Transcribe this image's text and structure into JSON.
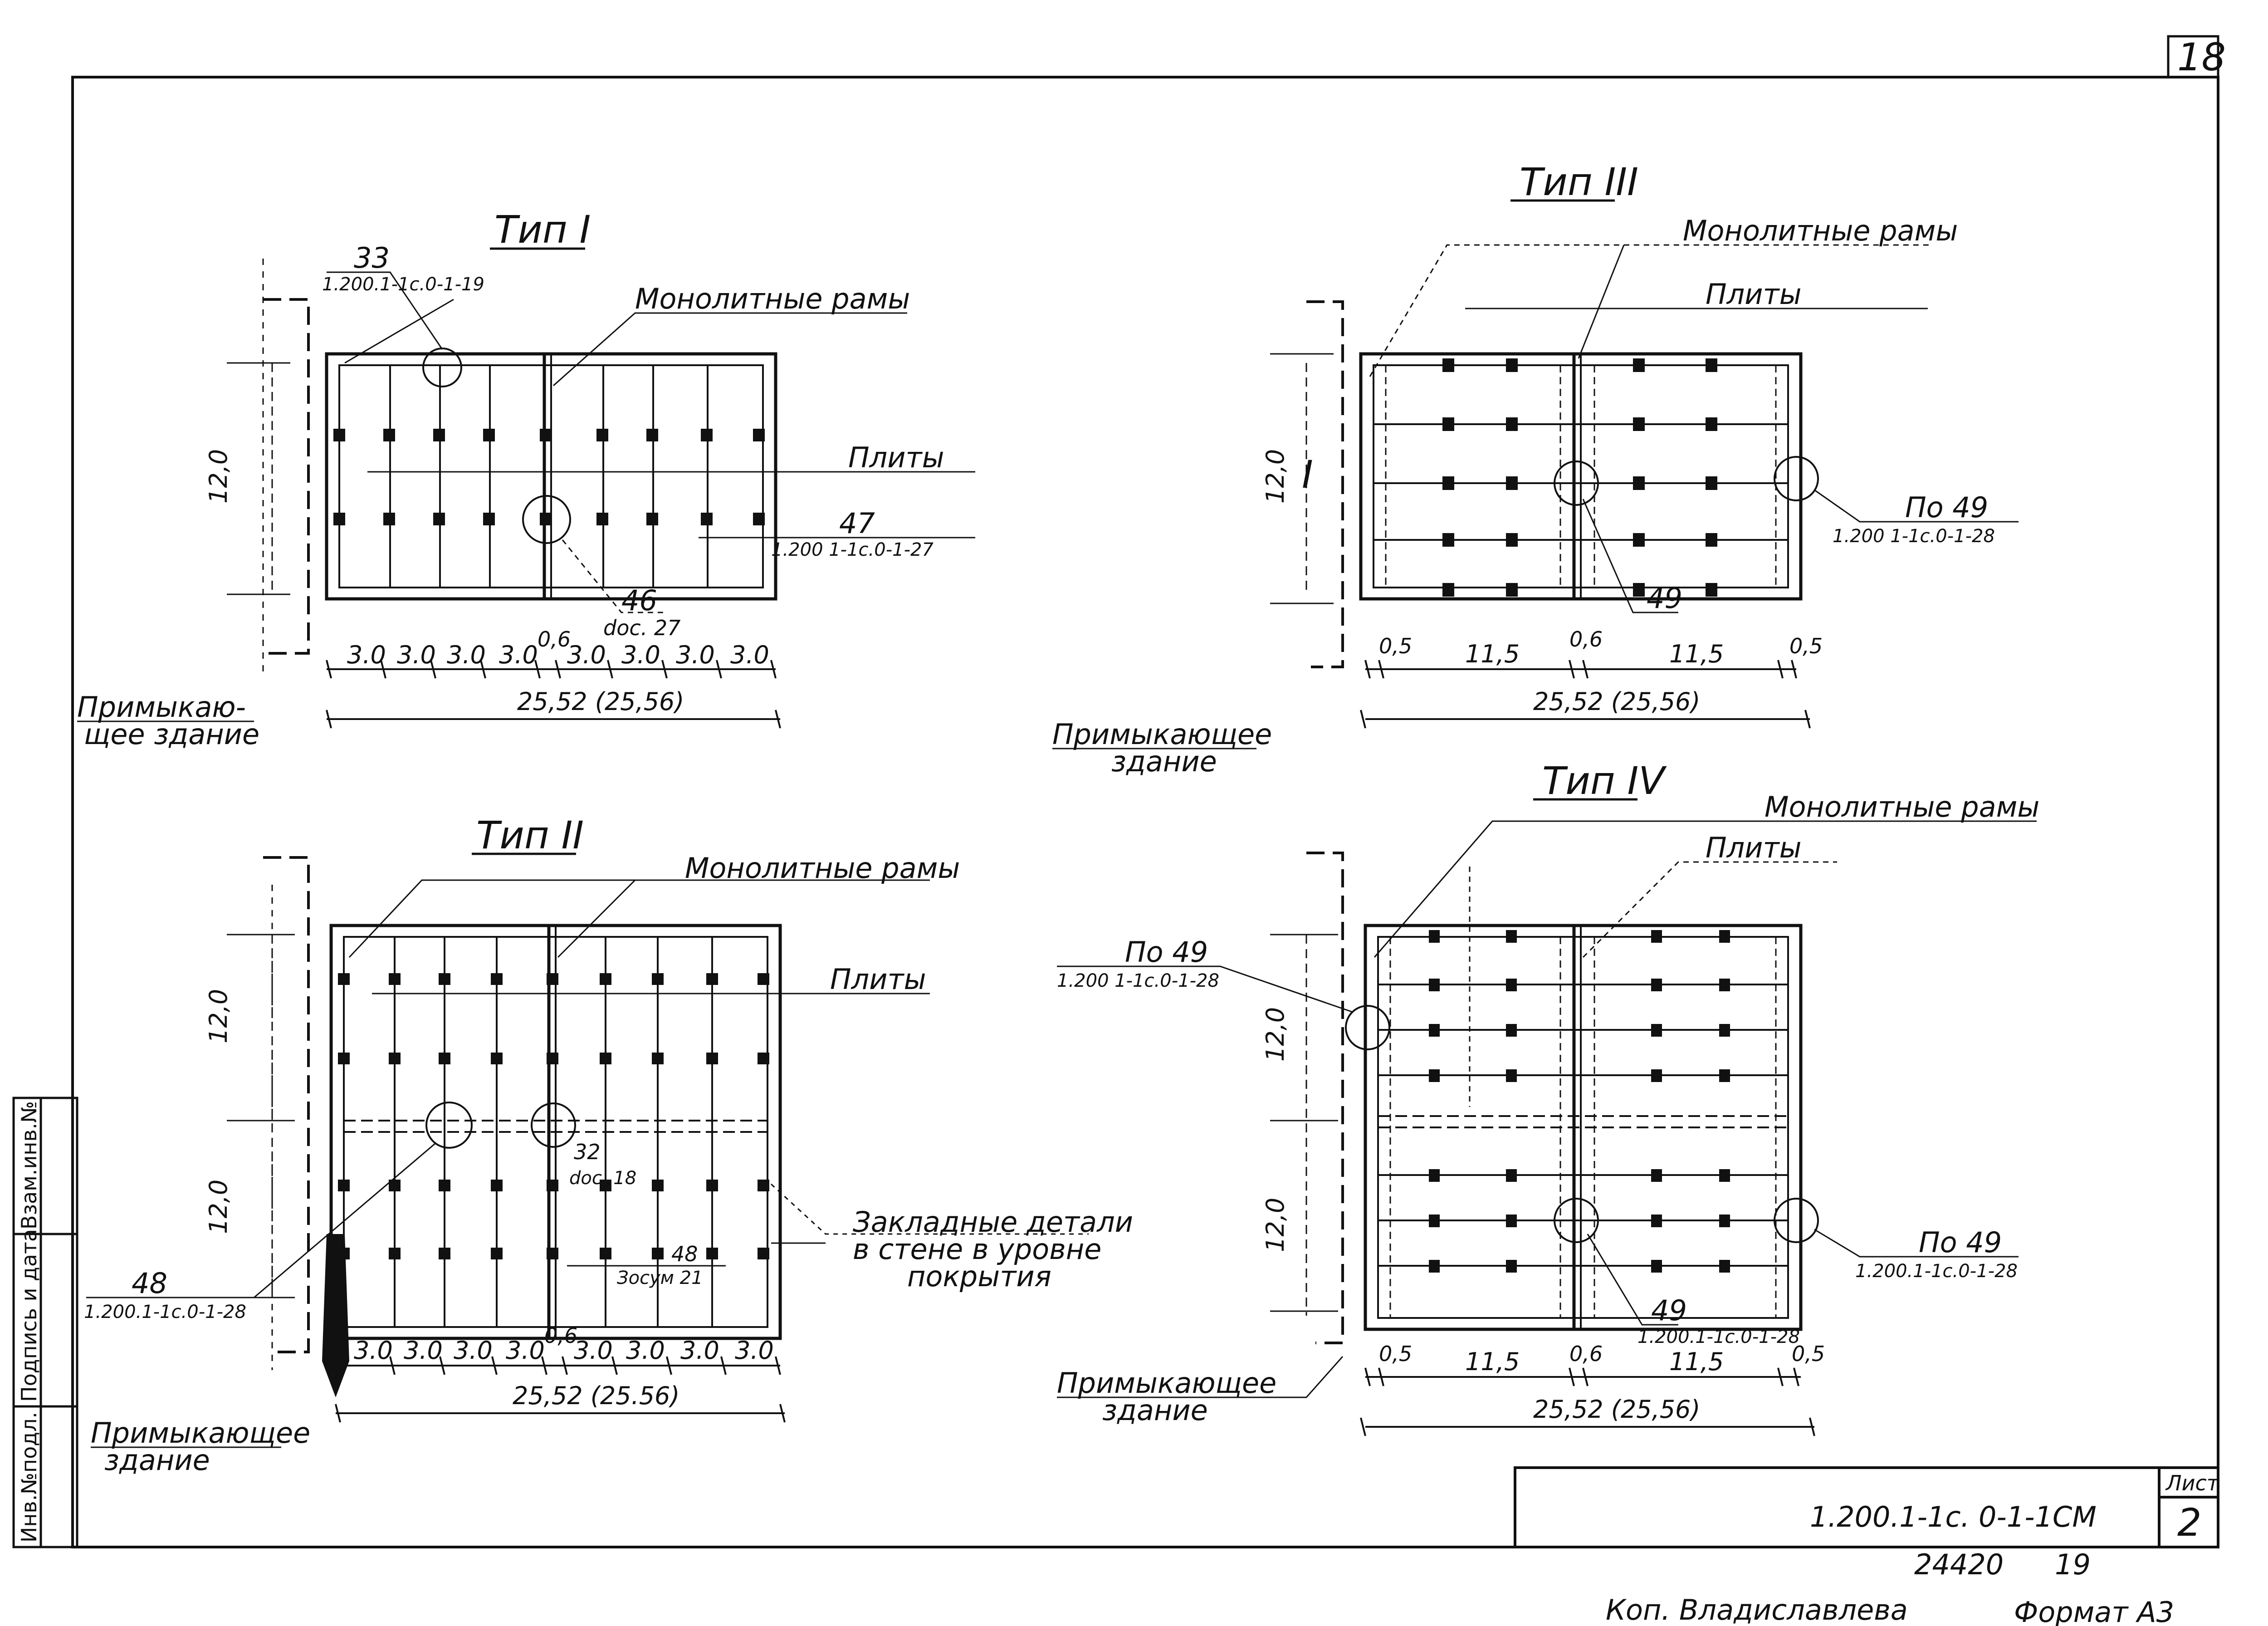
{
  "sheet_number": "18",
  "stamp": {
    "sheet_label": "Лист",
    "sheet_value": "2",
    "designation": "1.200.1-1с. 0-1-1СМ",
    "inventory": "24420",
    "inventory_suffix": "19"
  },
  "footer": {
    "copied_by": "Коп. Владиславлева",
    "format": "Формат А3"
  },
  "side_stamp": {
    "col1": "Инв.№подл.",
    "col2": "Подпись и дата",
    "col3": "Взам.инв.№"
  },
  "type1": {
    "title": "Тип I",
    "frames": "Монолитные рамы",
    "slabs": "Плиты",
    "adjacent": "Примыкаю-щее здание",
    "adjacent_line1": "Примыкаю-",
    "adjacent_line2": "щее здание",
    "vert_dim": "12,0",
    "bays": [
      "3.0",
      "3.0",
      "3.0",
      "3.0",
      "0,6",
      "3.0",
      "3.0",
      "3.0",
      "3.0"
    ],
    "total": "25,52 (25,56)",
    "callout_33": "33",
    "callout_33_ref": "1.200.1-1с.0-1-19",
    "callout_47": "47",
    "callout_47_ref": "1.200 1-1с.0-1-27",
    "callout_46": "46",
    "callout_46_ref": "doc. 27"
  },
  "type2": {
    "title": "Тип II",
    "frames": "Монолитные рамы",
    "slabs": "Плиты",
    "adjacent_line1": "Примыкающее",
    "adjacent_line2": "здание",
    "vert_dim_top": "12,0",
    "vert_dim_bottom": "12,0",
    "bays": [
      "3.0",
      "3.0",
      "3.0",
      "3.0",
      "0,6",
      "3.0",
      "3.0",
      "3.0",
      "3.0"
    ],
    "total": "25,52 (25.56)",
    "callout_32": "32",
    "callout_32_ref": "doc. 18",
    "callout_48a": "48",
    "callout_48a_ref": "1.200.1-1с.0-1-28",
    "callout_48b": "48",
    "callout_48b_ref": "Зосум 21",
    "embedded_line1": "Закладные детали",
    "embedded_line2": "в стене в уровне",
    "embedded_line3": "покрытия"
  },
  "type3": {
    "title": "Тип III",
    "frames": "Монолитные рамы",
    "slabs": "Плиты",
    "adjacent_line1": "Примыкающее",
    "adjacent_line2": "здание",
    "vert_dim": "12,0",
    "mark_I": "I",
    "bays": [
      "0,5",
      "11,5",
      "0,6",
      "11,5",
      "0,5"
    ],
    "total": "25,52 (25,56)",
    "callout_49a": "По 49",
    "callout_49a_ref": "1.200 1-1с.0-1-28",
    "callout_49b": "49"
  },
  "type4": {
    "title": "Тип IV",
    "frames": "Монолитные рамы",
    "slabs": "Плиты",
    "adjacent_line1": "Примыкающее",
    "adjacent_line2": "здание",
    "vert_dim_top": "12,0",
    "vert_dim_bottom": "12,0",
    "bays": [
      "0,5",
      "11,5",
      "0,6",
      "11,5",
      "0,5"
    ],
    "total": "25,52 (25,56)",
    "callout_49a": "По 49",
    "callout_49a_ref": "1.200 1-1с.0-1-28",
    "callout_49b": "По 49",
    "callout_49b_ref": "1.200.1-1с.0-1-28",
    "callout_49c": "49",
    "callout_49c_ref": "1.200.1-1с.0-1-28"
  }
}
